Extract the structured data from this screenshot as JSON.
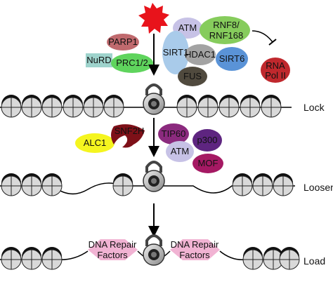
{
  "rows": {
    "lock": "Lock",
    "loosen": "Loosen",
    "load": "Load"
  },
  "proteins_top": {
    "parp1": "PARP1",
    "nurd": "NuRD",
    "prc": "PRC1/2",
    "atm": "ATM",
    "rnf_line1": "RNF8/",
    "rnf_line2": "RNF168",
    "sirt1": "SIRT1",
    "hdac1": "HDAC1",
    "sirt6": "SIRT6",
    "fus": "FUS",
    "rna_line1": "RNA",
    "rna_line2": "Pol II"
  },
  "proteins_mid": {
    "alc1": "ALC1",
    "snf2h": "SNF2H",
    "tip60": "TIP60",
    "p300": "p300",
    "atm": "ATM",
    "mof": "MOF"
  },
  "repair": {
    "line1": "DNA Repair",
    "line2": "Factors"
  },
  "colors": {
    "damage": "#e8131b",
    "parp1": "#c06a6e",
    "nurd": "#9ed3cc",
    "prc": "#5fd45d",
    "atm": "#c7c2e6",
    "rnf": "#86cc5c",
    "sirt1": "#a9cbea",
    "hdac1": "#a3a3a3",
    "sirt6": "#5a93d7",
    "fus": "#504a3e",
    "rnapol": "#c0282d",
    "alc1": "#f5f51f",
    "snf2h": "#7e1018",
    "tip60": "#8b2a7e",
    "p300": "#5e2580",
    "mof": "#a51963",
    "repair": "#f1b3d3"
  }
}
